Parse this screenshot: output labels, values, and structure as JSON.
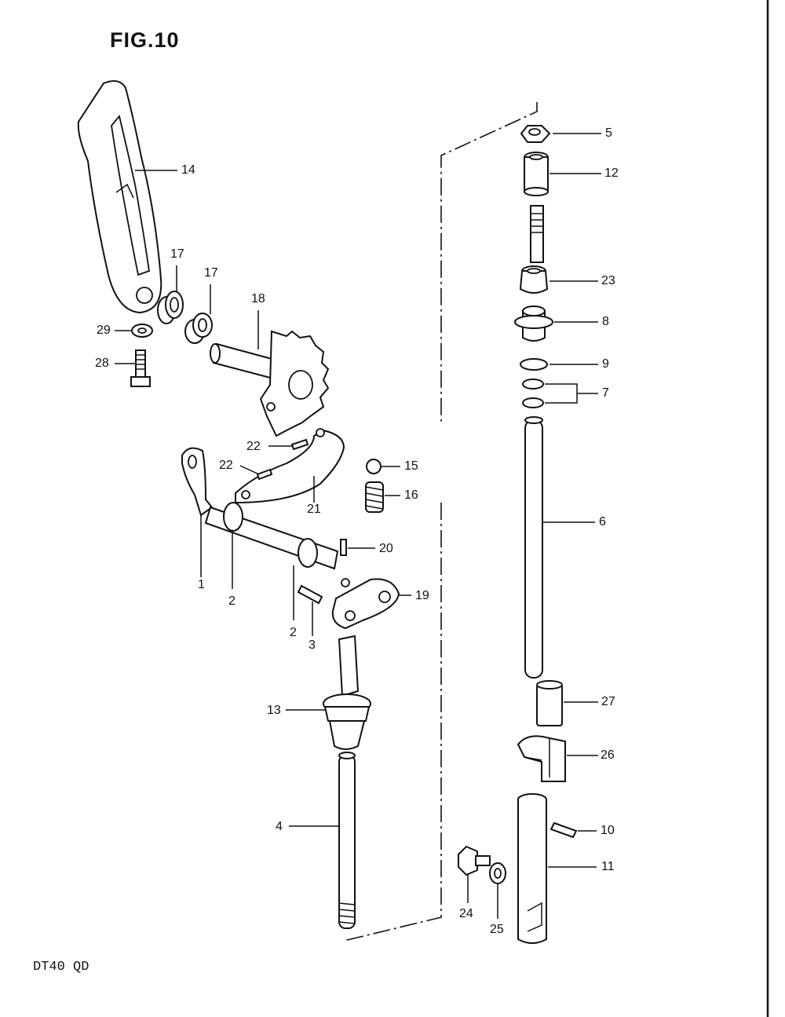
{
  "figure": {
    "title": "FIG.10",
    "model": "DT40 QD"
  },
  "callouts": [
    {
      "id": "c5",
      "text": "5"
    },
    {
      "id": "c12",
      "text": "12"
    },
    {
      "id": "c23",
      "text": "23"
    },
    {
      "id": "c8",
      "text": "8"
    },
    {
      "id": "c9",
      "text": "9"
    },
    {
      "id": "c7",
      "text": "7"
    },
    {
      "id": "c6",
      "text": "6"
    },
    {
      "id": "c27",
      "text": "27"
    },
    {
      "id": "c26",
      "text": "26"
    },
    {
      "id": "c10",
      "text": "10"
    },
    {
      "id": "c11",
      "text": "11"
    },
    {
      "id": "c24",
      "text": "24"
    },
    {
      "id": "c25",
      "text": "25"
    },
    {
      "id": "c14",
      "text": "14"
    },
    {
      "id": "c17a",
      "text": "17"
    },
    {
      "id": "c17b",
      "text": "17"
    },
    {
      "id": "c18",
      "text": "18"
    },
    {
      "id": "c29",
      "text": "29"
    },
    {
      "id": "c28",
      "text": "28"
    },
    {
      "id": "c22a",
      "text": "22"
    },
    {
      "id": "c22b",
      "text": "22"
    },
    {
      "id": "c21",
      "text": "21"
    },
    {
      "id": "c15",
      "text": "15"
    },
    {
      "id": "c16",
      "text": "16"
    },
    {
      "id": "c20",
      "text": "20"
    },
    {
      "id": "c19",
      "text": "19"
    },
    {
      "id": "c1",
      "text": "1"
    },
    {
      "id": "c2a",
      "text": "2"
    },
    {
      "id": "c2b",
      "text": "2"
    },
    {
      "id": "c3",
      "text": "3"
    },
    {
      "id": "c13",
      "text": "13"
    },
    {
      "id": "c4",
      "text": "4"
    }
  ]
}
